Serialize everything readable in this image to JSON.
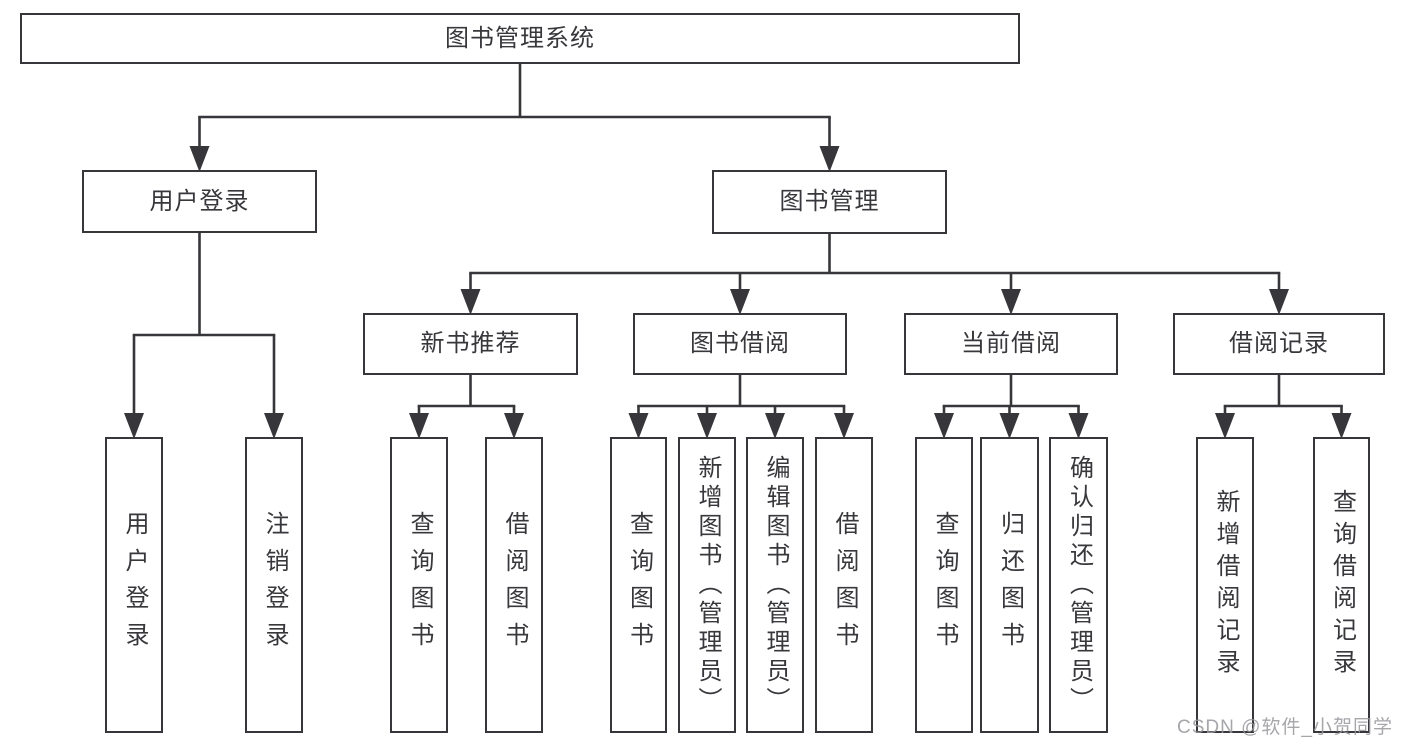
{
  "diagram": {
    "title": "图书管理系统",
    "watermark": "CSDN @软件_小贺同学",
    "colors": {
      "background": "#ffffff",
      "line": "#37373b",
      "box_border": "#37373b",
      "box_fill": "#ffffff",
      "text": "#38383c",
      "watermark": "#9a9aa2"
    },
    "nodes": [
      {
        "id": "root",
        "label": "图书管理系统",
        "parent": null,
        "orientation": "horizontal"
      },
      {
        "id": "user-login",
        "label": "用户登录",
        "parent": "root",
        "orientation": "horizontal"
      },
      {
        "id": "book-mgmt",
        "label": "图书管理",
        "parent": "root",
        "orientation": "horizontal"
      },
      {
        "id": "new-book-rec",
        "label": "新书推荐",
        "parent": "book-mgmt",
        "orientation": "horizontal"
      },
      {
        "id": "book-borrow",
        "label": "图书借阅",
        "parent": "book-mgmt",
        "orientation": "horizontal"
      },
      {
        "id": "current-borrow",
        "label": "当前借阅",
        "parent": "book-mgmt",
        "orientation": "horizontal"
      },
      {
        "id": "borrow-records",
        "label": "借阅记录",
        "parent": "book-mgmt",
        "orientation": "horizontal"
      },
      {
        "id": "leaf-user-login",
        "label": "用户登录",
        "parent": "user-login",
        "orientation": "vertical"
      },
      {
        "id": "leaf-logout",
        "label": "注销登录",
        "parent": "user-login",
        "orientation": "vertical"
      },
      {
        "id": "leaf-nbr-query",
        "label": "查询图书",
        "parent": "new-book-rec",
        "orientation": "vertical"
      },
      {
        "id": "leaf-nbr-borrow",
        "label": "借阅图书",
        "parent": "new-book-rec",
        "orientation": "vertical"
      },
      {
        "id": "leaf-bb-query",
        "label": "查询图书",
        "parent": "book-borrow",
        "orientation": "vertical"
      },
      {
        "id": "leaf-bb-add",
        "label": "新增图书（管理员）",
        "parent": "book-borrow",
        "orientation": "vertical"
      },
      {
        "id": "leaf-bb-edit",
        "label": "编辑图书（管理员）",
        "parent": "book-borrow",
        "orientation": "vertical"
      },
      {
        "id": "leaf-bb-borrow",
        "label": "借阅图书",
        "parent": "book-borrow",
        "orientation": "vertical"
      },
      {
        "id": "leaf-cb-query",
        "label": "查询图书",
        "parent": "current-borrow",
        "orientation": "vertical"
      },
      {
        "id": "leaf-cb-return",
        "label": "归还图书",
        "parent": "current-borrow",
        "orientation": "vertical"
      },
      {
        "id": "leaf-cb-confirm",
        "label": "确认归还（管理员）",
        "parent": "current-borrow",
        "orientation": "vertical"
      },
      {
        "id": "leaf-br-add",
        "label": "新增借阅记录",
        "parent": "borrow-records",
        "orientation": "vertical"
      },
      {
        "id": "leaf-br-query",
        "label": "查询借阅记录",
        "parent": "borrow-records",
        "orientation": "vertical"
      }
    ]
  }
}
